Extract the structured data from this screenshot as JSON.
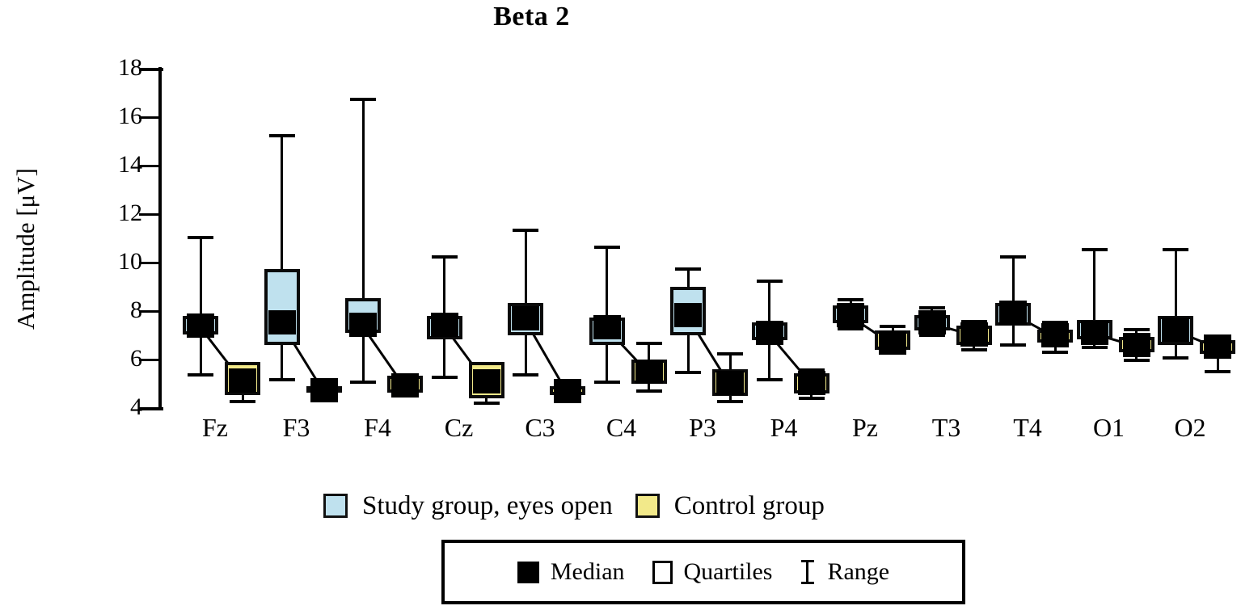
{
  "chart_data": {
    "type": "box",
    "title": "Beta 2",
    "xlabel": "",
    "ylabel": "Amplitude [μV]",
    "ylim": [
      4,
      18
    ],
    "yticks": [
      4,
      6,
      8,
      10,
      12,
      14,
      16,
      18
    ],
    "grid": false,
    "categories": [
      "Fz",
      "F3",
      "F4",
      "Cz",
      "C3",
      "C4",
      "P3",
      "P4",
      "Pz",
      "T3",
      "T4",
      "O1",
      "O2"
    ],
    "legend_position": "bottom",
    "series": [
      {
        "name": "Study group, eyes open",
        "color": "#bfe1ee",
        "boxes": [
          {
            "category": "Fz",
            "min": 5.3,
            "q1": 7.05,
            "median": 7.4,
            "q3": 7.8,
            "max": 11.1
          },
          {
            "category": "F3",
            "min": 5.1,
            "q1": 6.6,
            "median": 7.55,
            "q3": 9.75,
            "max": 15.3
          },
          {
            "category": "F4",
            "min": 5.0,
            "q1": 7.1,
            "median": 7.45,
            "q3": 8.55,
            "max": 16.8
          },
          {
            "category": "Cz",
            "min": 5.2,
            "q1": 6.85,
            "median": 7.45,
            "q3": 7.8,
            "max": 10.3
          },
          {
            "category": "C3",
            "min": 5.3,
            "q1": 7.0,
            "median": 7.7,
            "q3": 8.35,
            "max": 11.4
          },
          {
            "category": "C4",
            "min": 5.0,
            "q1": 6.6,
            "median": 7.35,
            "q3": 7.75,
            "max": 10.7
          },
          {
            "category": "P3",
            "min": 5.4,
            "q1": 7.0,
            "median": 7.85,
            "q3": 9.0,
            "max": 9.8
          },
          {
            "category": "P4",
            "min": 5.1,
            "q1": 6.8,
            "median": 7.1,
            "q3": 7.55,
            "max": 9.3
          },
          {
            "category": "Pz",
            "min": 7.2,
            "q1": 7.5,
            "median": 7.85,
            "q3": 8.25,
            "max": 8.55
          },
          {
            "category": "T3",
            "min": 6.95,
            "q1": 7.2,
            "median": 7.55,
            "q3": 7.85,
            "max": 8.2
          },
          {
            "category": "T4",
            "min": 6.55,
            "q1": 7.4,
            "median": 7.95,
            "q3": 8.35,
            "max": 10.3
          },
          {
            "category": "O1",
            "min": 6.45,
            "q1": 6.85,
            "median": 7.1,
            "q3": 7.65,
            "max": 10.6
          },
          {
            "category": "O2",
            "min": 6.0,
            "q1": 6.6,
            "median": 7.25,
            "q3": 7.8,
            "max": 10.6
          }
        ]
      },
      {
        "name": "Control group",
        "color": "#f2e98a",
        "boxes": [
          {
            "category": "Fz",
            "min": 4.2,
            "q1": 4.55,
            "median": 5.15,
            "q3": 5.9,
            "max": 5.9
          },
          {
            "category": "F3",
            "min": 4.6,
            "q1": 4.65,
            "median": 4.75,
            "q3": 4.9,
            "max": 4.9
          },
          {
            "category": "F4",
            "min": 4.6,
            "q1": 4.65,
            "median": 4.95,
            "q3": 5.35,
            "max": 5.45
          },
          {
            "category": "Cz",
            "min": 4.15,
            "q1": 4.4,
            "median": 5.1,
            "q3": 5.9,
            "max": 5.9
          },
          {
            "category": "C3",
            "min": 4.45,
            "q1": 4.55,
            "median": 4.7,
            "q3": 4.9,
            "max": 4.95
          },
          {
            "category": "C4",
            "min": 4.65,
            "q1": 5.0,
            "median": 5.5,
            "q3": 6.0,
            "max": 6.75
          },
          {
            "category": "P3",
            "min": 4.2,
            "q1": 4.5,
            "median": 5.05,
            "q3": 5.6,
            "max": 6.3
          },
          {
            "category": "P4",
            "min": 4.35,
            "q1": 4.6,
            "median": 5.05,
            "q3": 5.45,
            "max": 5.65
          },
          {
            "category": "Pz",
            "min": 6.25,
            "q1": 6.4,
            "median": 6.7,
            "q3": 7.2,
            "max": 7.45
          },
          {
            "category": "T3",
            "min": 6.35,
            "q1": 6.6,
            "median": 7.05,
            "q3": 7.4,
            "max": 7.65
          },
          {
            "category": "T4",
            "min": 6.25,
            "q1": 6.7,
            "median": 7.0,
            "q3": 7.25,
            "max": 7.6
          },
          {
            "category": "O1",
            "min": 5.9,
            "q1": 6.3,
            "median": 6.6,
            "q3": 6.95,
            "max": 7.3
          },
          {
            "category": "O2",
            "min": 5.45,
            "q1": 6.25,
            "median": 6.55,
            "q3": 6.8,
            "max": 7.05
          }
        ]
      }
    ]
  },
  "legend": {
    "groups": [
      {
        "label": "Study group, eyes open",
        "color": "#bfe1ee"
      },
      {
        "label": "Control group",
        "color": "#f2e98a"
      }
    ],
    "symbols": [
      {
        "label": "Median",
        "glyph": "filled-square"
      },
      {
        "label": "Quartiles",
        "glyph": "open-square"
      },
      {
        "label": "Range",
        "glyph": "i-bar"
      }
    ]
  }
}
